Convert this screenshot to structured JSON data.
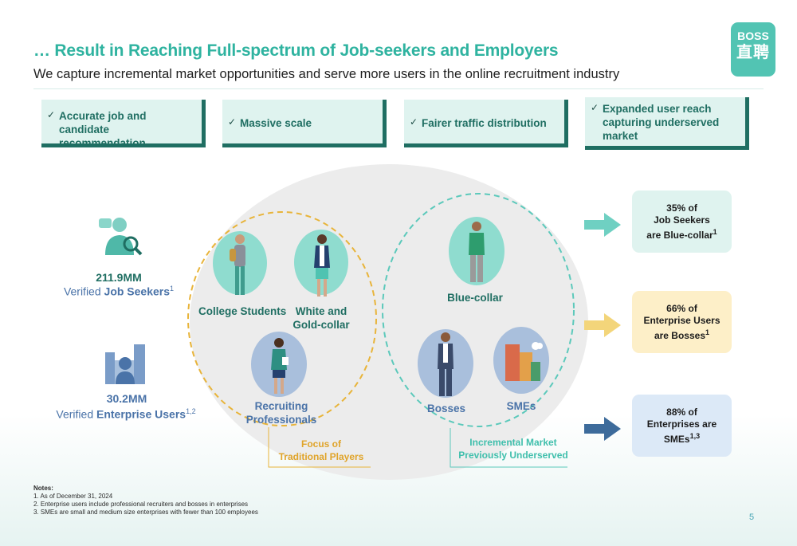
{
  "title": "… Result in Reaching Full-spectrum of Job-seekers and Employers",
  "subtitle": "We capture incremental market opportunities and serve more users in the online recruitment industry",
  "logo": {
    "line1": "BOSS",
    "line2": "直聘"
  },
  "checkmark": "✓",
  "pills": [
    {
      "label": "Accurate job and candidate recommendation"
    },
    {
      "label": "Massive scale"
    },
    {
      "label": "Fairer traffic distribution"
    },
    {
      "label": "Expanded user reach capturing underserved market"
    }
  ],
  "stats": {
    "job_seekers": {
      "number": "211.9MM",
      "prefix": "Verified ",
      "label": "Job Seekers",
      "sup": "1"
    },
    "enterprise": {
      "number": "30.2MM",
      "prefix": "Verified ",
      "label": "Enterprise Users",
      "sup": "1,2"
    }
  },
  "segments": {
    "college": "College Students",
    "white_gold": [
      "White and",
      "Gold-collar"
    ],
    "recruiting": [
      "Recruiting",
      "Professionals"
    ],
    "blue_collar": "Blue-collar",
    "bosses": "Bosses",
    "smes": "SMEs"
  },
  "annotations": {
    "traditional": [
      "Focus of",
      "Traditional Players"
    ],
    "incremental": [
      "Incremental Market",
      "Previously Underserved"
    ]
  },
  "callouts": [
    {
      "lines": [
        "35% of",
        "Job Seekers",
        "are Blue-collar"
      ],
      "sup": "1",
      "color": "#dff3ef"
    },
    {
      "lines": [
        "66% of",
        "Enterprise Users",
        "are Bosses"
      ],
      "sup": "1",
      "color": "#fdefc8"
    },
    {
      "lines": [
        "88% of",
        "Enterprises are",
        "SMEs"
      ],
      "sup": "1,3",
      "color": "#dce9f7"
    }
  ],
  "colors": {
    "teal": "#2fb3a0",
    "dark_teal": "#1f6e62",
    "blue": "#4a73a8",
    "gold": "#e8b43a",
    "light_teal_arrow": "#6fd0c2",
    "yellow_arrow": "#f3d57a",
    "blue_arrow": "#3d6b9b"
  },
  "notes": {
    "heading": "Notes:",
    "items": [
      "1. As of December 31, 2024",
      "2. Enterprise users include professional recruiters and bosses in enterprises",
      "3. SMEs are small and medium size enterprises with fewer than 100 employees"
    ]
  },
  "page_number": "5"
}
